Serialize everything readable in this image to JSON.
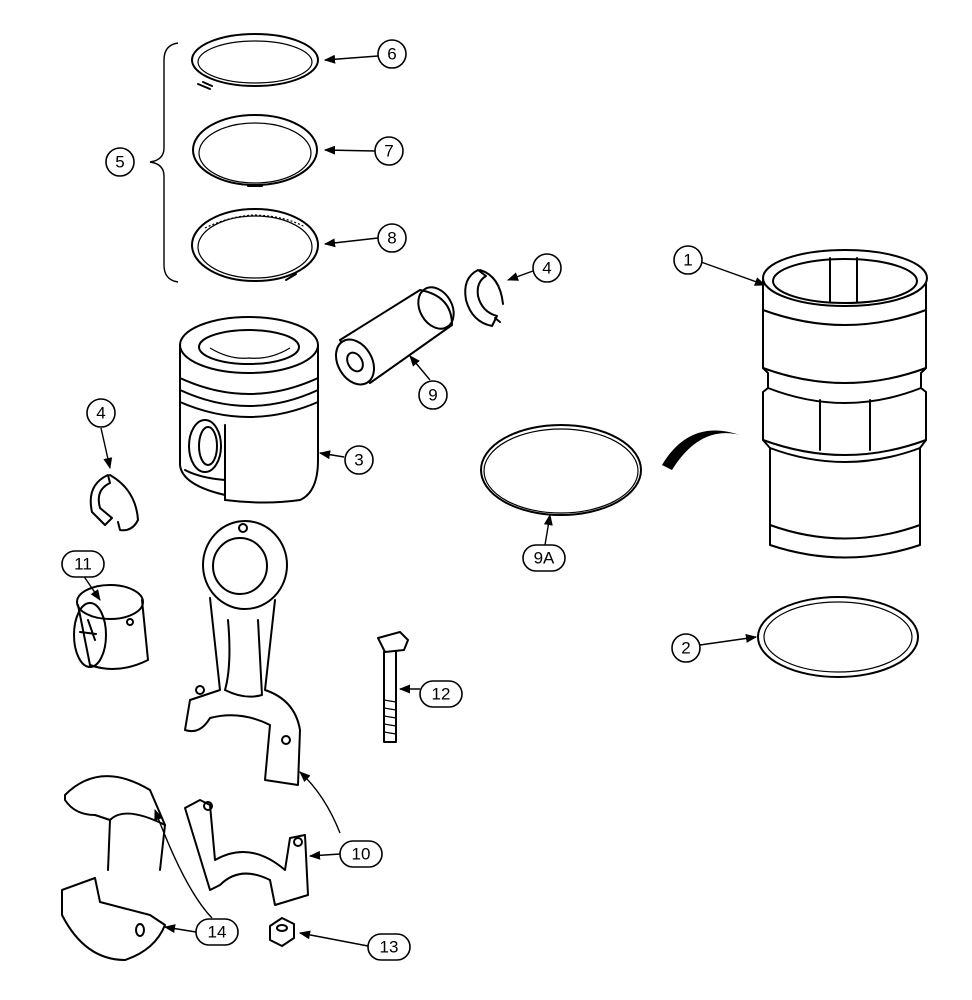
{
  "diagram": {
    "callouts": [
      {
        "id": "1",
        "label": "1"
      },
      {
        "id": "2",
        "label": "2"
      },
      {
        "id": "3",
        "label": "3"
      },
      {
        "id": "4a",
        "label": "4"
      },
      {
        "id": "4b",
        "label": "4"
      },
      {
        "id": "5",
        "label": "5"
      },
      {
        "id": "6",
        "label": "6"
      },
      {
        "id": "7",
        "label": "7"
      },
      {
        "id": "8",
        "label": "8"
      },
      {
        "id": "9",
        "label": "9"
      },
      {
        "id": "9A",
        "label": "9A"
      },
      {
        "id": "10",
        "label": "10"
      },
      {
        "id": "11",
        "label": "11"
      },
      {
        "id": "12",
        "label": "12"
      },
      {
        "id": "13",
        "label": "13"
      },
      {
        "id": "14",
        "label": "14"
      }
    ]
  }
}
